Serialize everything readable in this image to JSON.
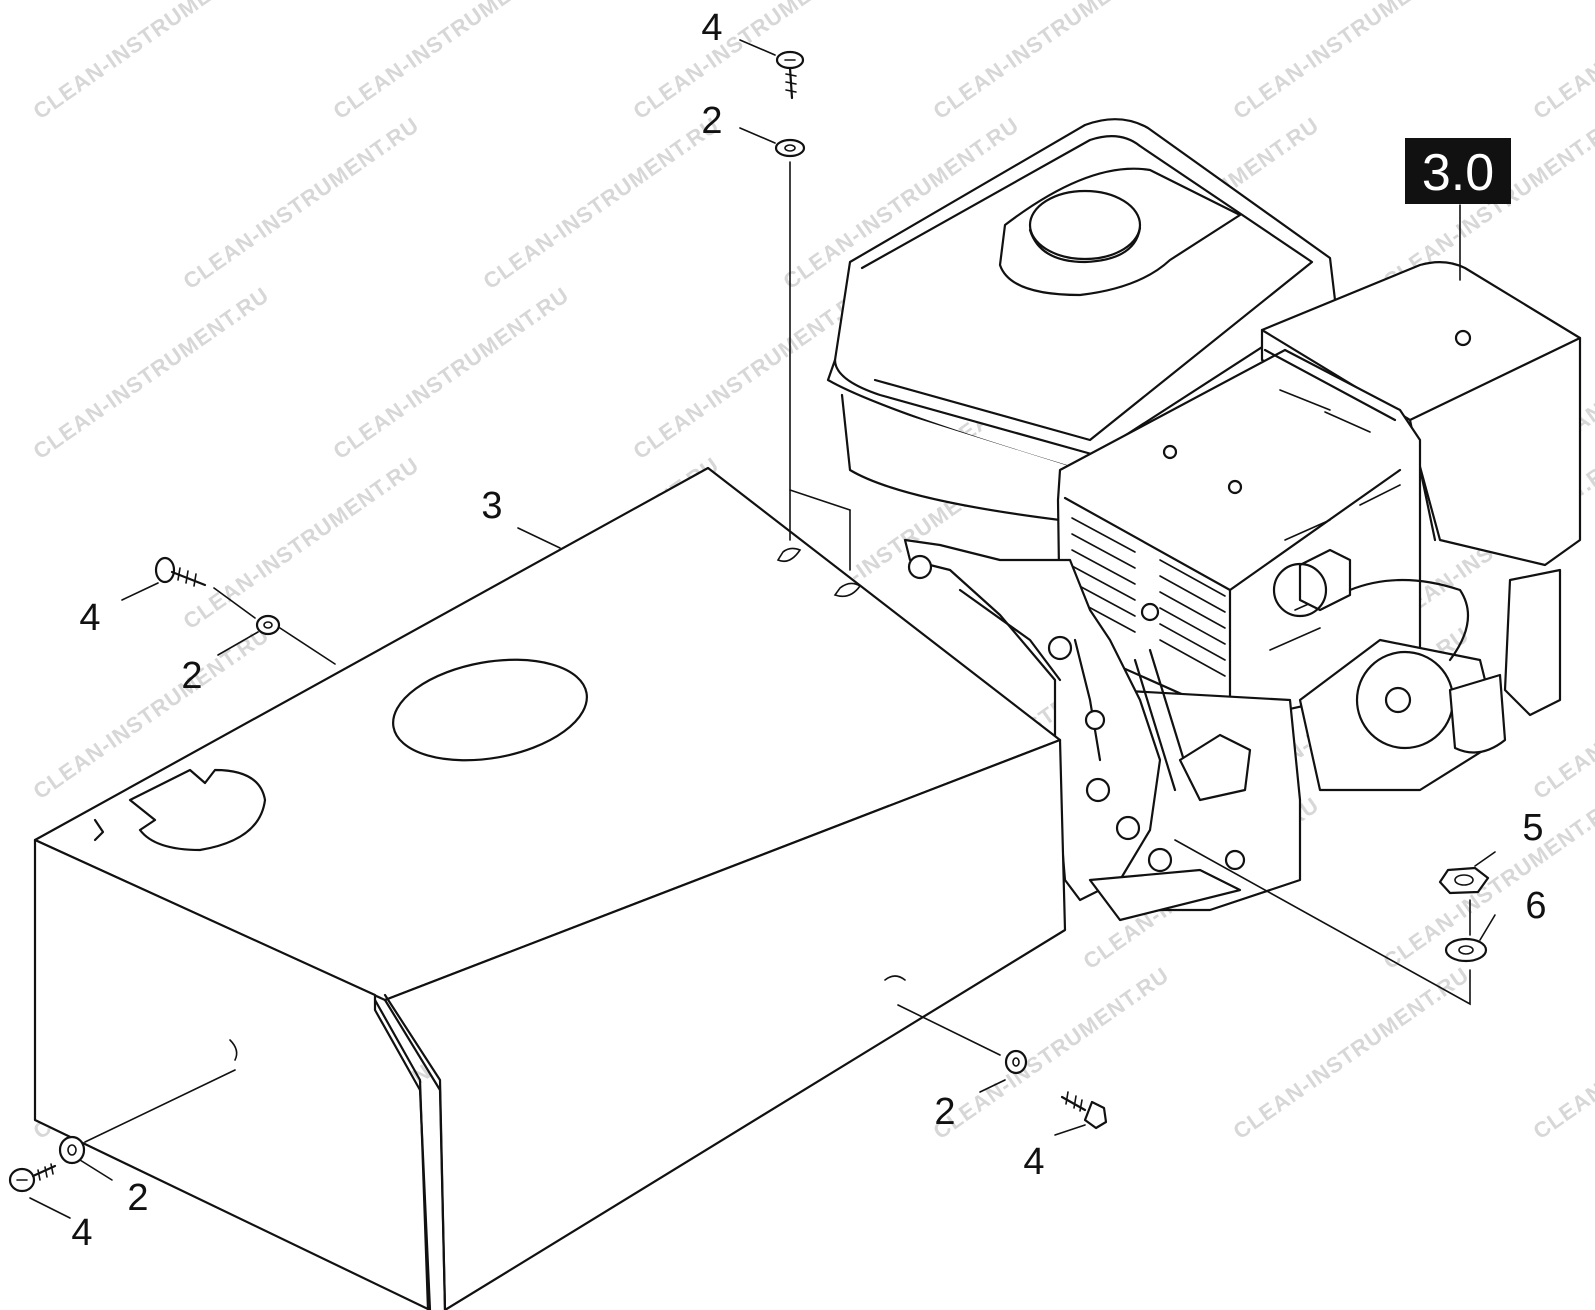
{
  "watermark": "CLEAN-INSTRUMENT.RU",
  "colors": {
    "line": "#111111",
    "badge_bg": "#111111",
    "badge_fg": "#ffffff",
    "watermark": "#d7d7d7"
  },
  "badge": {
    "label": "3.0"
  },
  "callouts": [
    {
      "id": "c4a",
      "label": "4"
    },
    {
      "id": "c2a",
      "label": "2"
    },
    {
      "id": "c3",
      "label": "3"
    },
    {
      "id": "c4b",
      "label": "4"
    },
    {
      "id": "c2b",
      "label": "2"
    },
    {
      "id": "c5",
      "label": "5"
    },
    {
      "id": "c6",
      "label": "6"
    },
    {
      "id": "c2c",
      "label": "2"
    },
    {
      "id": "c4c",
      "label": "4"
    },
    {
      "id": "c2d",
      "label": "2"
    },
    {
      "id": "c4d",
      "label": "4"
    }
  ]
}
